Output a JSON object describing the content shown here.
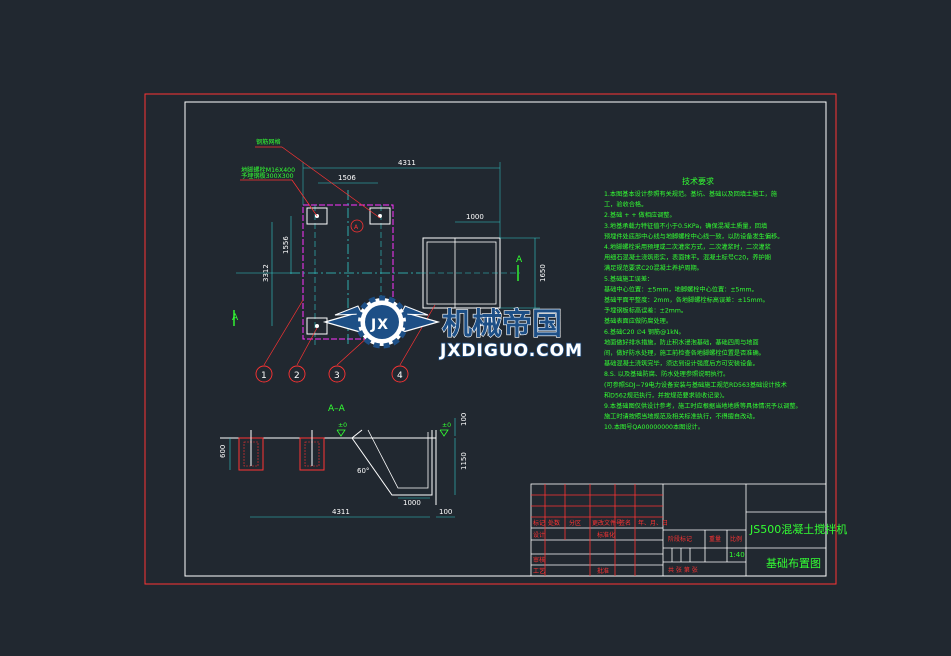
{
  "dimensions": {
    "plan_width": "4311",
    "plan_inner": "1506",
    "plan_right": "1000",
    "plan_height_outer": "3312",
    "plan_height_inner": "1556",
    "plan_right_height": "1650",
    "section_width": "4311",
    "section_1000": "1000",
    "section_100": "100",
    "section_depth_left": "600",
    "section_depth_right": "1150",
    "section_angle": "60°",
    "section_top_100": "100",
    "level_mark_left": "±0",
    "level_mark_right": "±0"
  },
  "labels": {
    "leader_1": "钢筋网格",
    "leader_2a": "地脚螺栓M16X400",
    "leader_2b": "予埋钢板300X300",
    "section_mark_left": "A",
    "section_mark_right": "A",
    "section_title": "A–A",
    "circle_a": "A"
  },
  "balloons": [
    "1",
    "2",
    "3",
    "4"
  ],
  "notes": {
    "title": "技术要求",
    "lines": [
      "1.本图基本设计参照有关规范。基坑、基础以及回填土施工，施",
      "  工，验收合格。",
      "2.基础 + + 做相应调整。",
      "3.地基承载力特征值不小于0.5KPa，确保混凝土质量，回填",
      "  预埋件处底部中心线与地脚螺栓中心线一致，以防设备发生偏移。",
      "4.地脚螺栓采用预埋或二次灌浆方式，二次灌浆时，二次灌浆",
      "  用细石混凝土浇筑密实，表面抹平。混凝土标号C20，养护期",
      "  满足规范要求C20混凝土养护周期。",
      "5.基础施工误差：",
      "  基础中心位置：±5mm，地脚螺栓中心位置：±5mm。",
      "  基础平面平整度：2mm，各地脚螺栓标高误差：±15mm。",
      "  予埋钢板标高误差：±2mm。",
      "  基础表面应做防腐处理。",
      "6.基础C20 ∅4 钢筋@1kN。",
      "  地面做好排水措施，防止积水浸泡基础，基础四周与地面",
      "  间，做好防水处理，施工前检查各地脚螺栓位置是否准确。",
      "  基础混凝土浇筑完毕，须达到设计强度后方可安装设备。",
      "8.S. 以及基础防腐、防水处理参照说明执行。",
      "  (可参照SDJ−79电力设备安装与基础施工规范RD563基础设计技术",
      "  和D562规范执行，并按规范要求验收记录)。",
      "9.本基础图仅供设计参考，施工时应根据当地地质等具体情况予以调整。",
      "  施工时请按照当地规范及相关标准执行，不得擅自改动。",
      "10.本图号QA00000000本图设计。"
    ]
  },
  "title_block": {
    "product_name": "JS500混凝土搅拌机",
    "drawing_name": "基础布置图",
    "scale": "1:40",
    "col_stage": "阶段标记",
    "col_weight": "重量",
    "col_scale": "比例",
    "sheet": "共  张  第  张",
    "row_labels": [
      "标记",
      "处数",
      "分区",
      "更改文件号",
      "签名",
      "年、月、日"
    ],
    "signature_rows": [
      "设计",
      "审核",
      "工艺"
    ],
    "std_label": "标准化",
    "approve_label": "批准"
  },
  "watermark": {
    "cn": "机械帝国",
    "en": "JXDIGUO.COM",
    "logo": "JX"
  },
  "colors": {
    "background": "#212830",
    "frame_red": "#ff3333",
    "line_white": "#ffffff",
    "text_green": "#33ff33",
    "dim_cyan": "#33cccc",
    "outline_magenta": "#ff33ff"
  }
}
